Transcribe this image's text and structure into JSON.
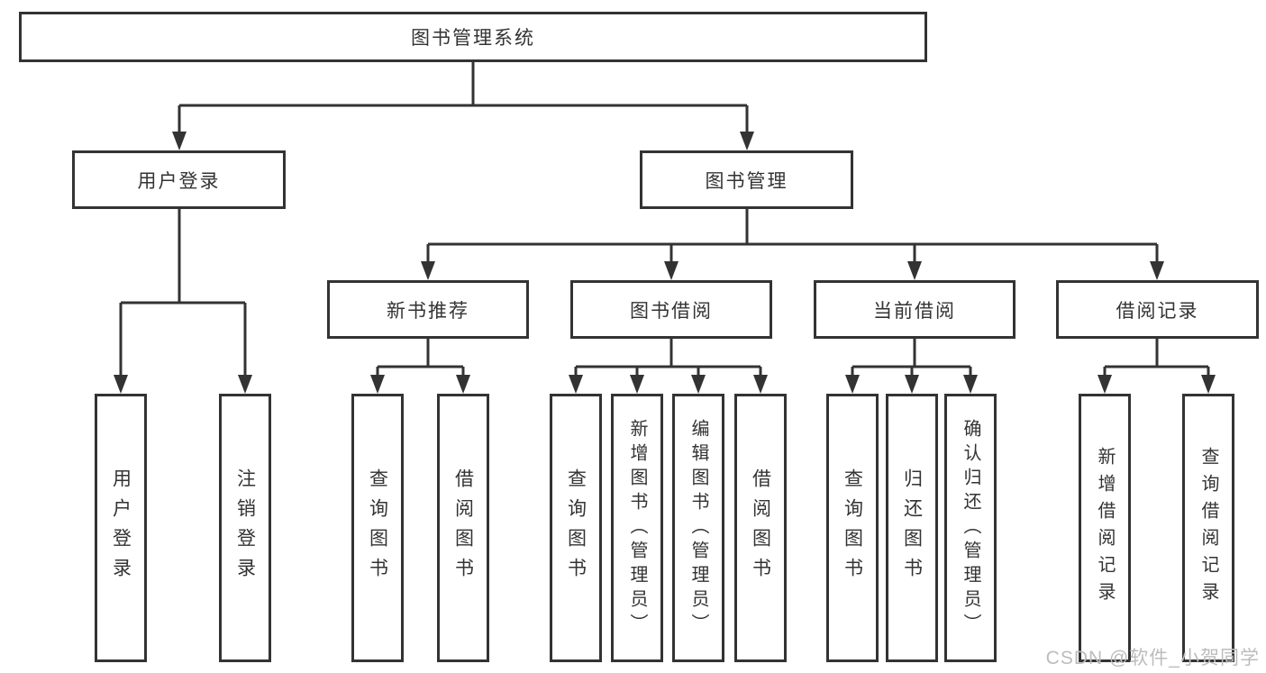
{
  "diagram_title": "图书管理系统",
  "colors": {
    "line": "#333333",
    "box_border": "#333333",
    "box_background": "#ffffff",
    "text": "#333333",
    "watermark_text": "#bcbcbc"
  },
  "tree": {
    "label": "图书管理系统",
    "children": [
      {
        "label": "用户登录",
        "children": [
          {
            "label": "用户登录"
          },
          {
            "label": "注销登录"
          }
        ]
      },
      {
        "label": "图书管理",
        "children": [
          {
            "label": "新书推荐",
            "children": [
              {
                "label": "查询图书"
              },
              {
                "label": "借阅图书"
              }
            ]
          },
          {
            "label": "图书借阅",
            "children": [
              {
                "label": "查询图书"
              },
              {
                "label": "新增图书（管理员）"
              },
              {
                "label": "编辑图书（管理员）"
              },
              {
                "label": "借阅图书"
              }
            ]
          },
          {
            "label": "当前借阅",
            "children": [
              {
                "label": "查询图书"
              },
              {
                "label": "归还图书"
              },
              {
                "label": "确认归还（管理员）"
              }
            ]
          },
          {
            "label": "借阅记录",
            "children": [
              {
                "label": "新增借阅记录"
              },
              {
                "label": "查询借阅记录"
              }
            ]
          }
        ]
      }
    ]
  },
  "watermark": "CSDN @软件_小贺同学"
}
